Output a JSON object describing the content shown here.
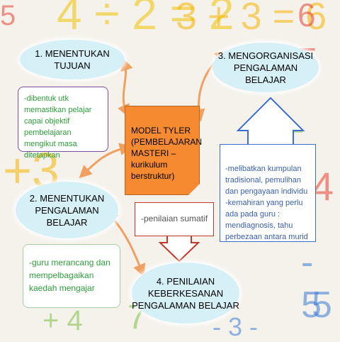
{
  "colors": {
    "ellipse_fill": "#d6f0f8",
    "core_fill": "#f58a30",
    "arrow_orange": "#f0a060",
    "arrow_red": "#c0392b",
    "text_green": "#2e9e3c",
    "text_blue": "#3a5fb0",
    "border_purple": "#7a4fa0",
    "border_green": "#a6d0a0",
    "border_blue": "#3a6fd0"
  },
  "core": {
    "title": "MODEL TYLER (PEMBELAJARAN MASTERI – kurikulum berstruktur)"
  },
  "nodes": {
    "n1": "1. MENENTUKAN TUJUAN",
    "n2_line1": "2. MENENTUKAN",
    "n2_line2": "PENGALAMAN BELAJAR",
    "n3_line1": "3. MENGORGANISASI",
    "n3_line2": "PENGALAMAN BELAJAR",
    "n4_line1": "4. PENILAIAN",
    "n4_line2": "KEBERKESANAN",
    "n4_line3": "PENGALAMAN BELAJAR"
  },
  "notes": {
    "tujuan": "-dibentuk utk memastikan pelajar capai objektif pembelajaran mengikut masa ditetapkan",
    "penilaian": "-penilaian sumatif",
    "organisasi": "-melibatkan kumpulan tradisional, pemulihan dan pengayaan individu\n-kemahiran yang perlu ada pada guru : mendiagnosis, tahu perbezaan antara murid",
    "pengalaman": "-guru merancang dan mempelbagaikan kaedah mengajar"
  }
}
